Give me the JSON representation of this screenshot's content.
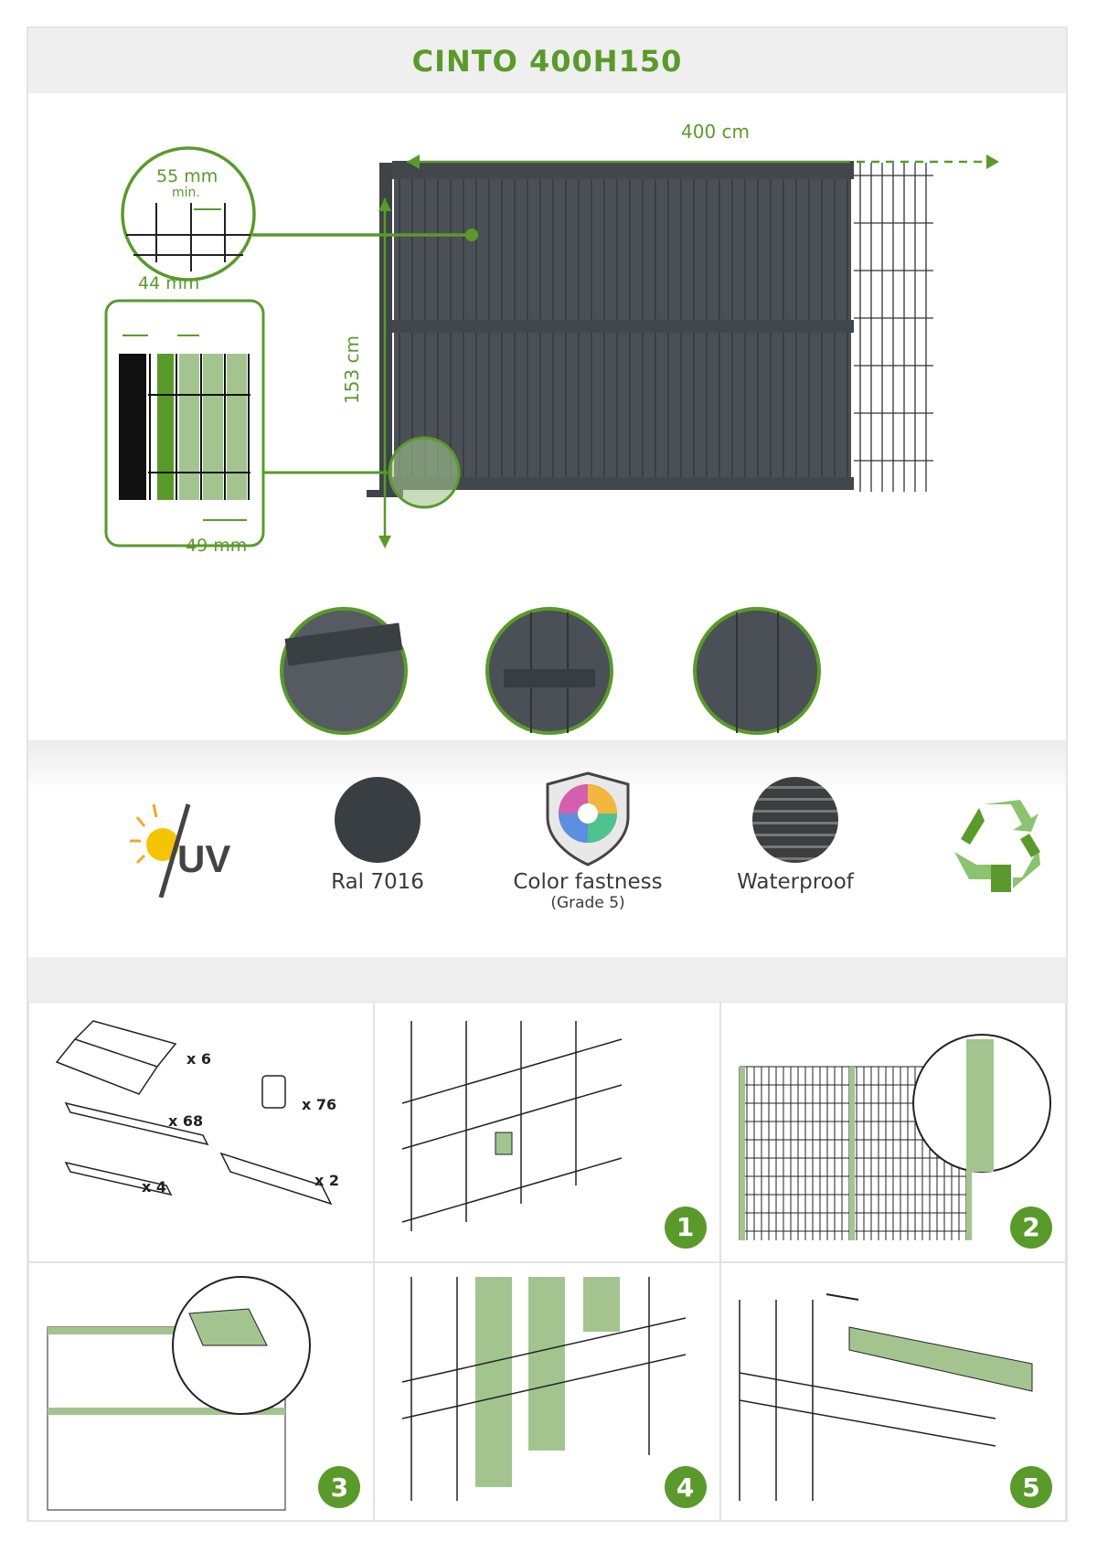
{
  "title": "CINTO 400H150",
  "dimensions": {
    "width": "400 cm",
    "height": "153 cm",
    "mesh": "55 mm",
    "mesh_note": "min.",
    "slat_width": "44 mm",
    "slat_pitch": "49 mm"
  },
  "features": [
    {
      "icon": "uv-icon",
      "label": ""
    },
    {
      "icon": "color-swatch-icon",
      "label": "Ral 7016",
      "color": "#383e42"
    },
    {
      "icon": "color-wheel-shield-icon",
      "label": "Color fastness",
      "sub": "(Grade 5)"
    },
    {
      "icon": "water-drops-icon",
      "label": "Waterproof"
    },
    {
      "icon": "recycle-icon",
      "label": ""
    }
  ],
  "kit": {
    "items": [
      {
        "part": "top-cover",
        "qty": "x 6"
      },
      {
        "part": "slat",
        "qty": "x 68"
      },
      {
        "part": "clip",
        "qty": "x 76"
      },
      {
        "part": "short-slat",
        "qty": "x 4"
      },
      {
        "part": "end-profile",
        "qty": "x 2"
      }
    ]
  },
  "steps": [
    "1",
    "2",
    "3",
    "4",
    "5"
  ],
  "colors": {
    "accent": "#5a9a2a",
    "light_green": "#a3c48f",
    "anthracite": "#454b50"
  }
}
